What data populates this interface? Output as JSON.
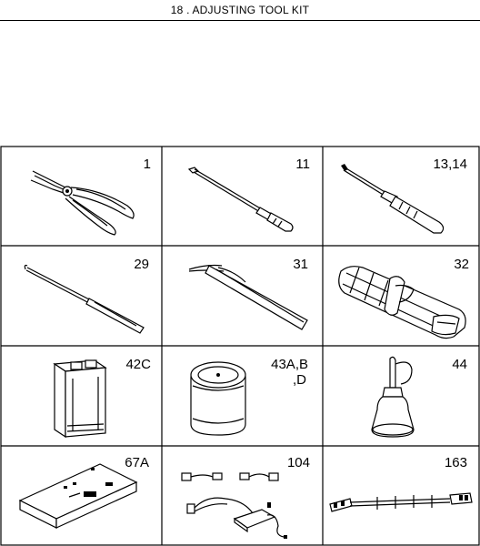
{
  "title": "18 . ADJUSTING TOOL KIT",
  "tools": [
    {
      "number": "1",
      "icon": "pliers-icon"
    },
    {
      "number": "11",
      "icon": "long-screwdriver-icon"
    },
    {
      "number": "13,14",
      "icon": "screwdriver-icon"
    },
    {
      "number": "29",
      "icon": "hook-tool-icon"
    },
    {
      "number": "31",
      "icon": "tweezers-icon"
    },
    {
      "number": "32",
      "icon": "tool-roll-icon"
    },
    {
      "number": "42C",
      "icon": "oil-can-icon"
    },
    {
      "number": "43A,B",
      "number_line2": ",D",
      "icon": "grease-jar-icon"
    },
    {
      "number": "44",
      "icon": "oiler-bottle-icon"
    },
    {
      "number": "67A",
      "icon": "electronic-tester-icon"
    },
    {
      "number": "104",
      "icon": "wiring-harness-icon"
    },
    {
      "number": "163",
      "icon": "cable-icon"
    }
  ]
}
